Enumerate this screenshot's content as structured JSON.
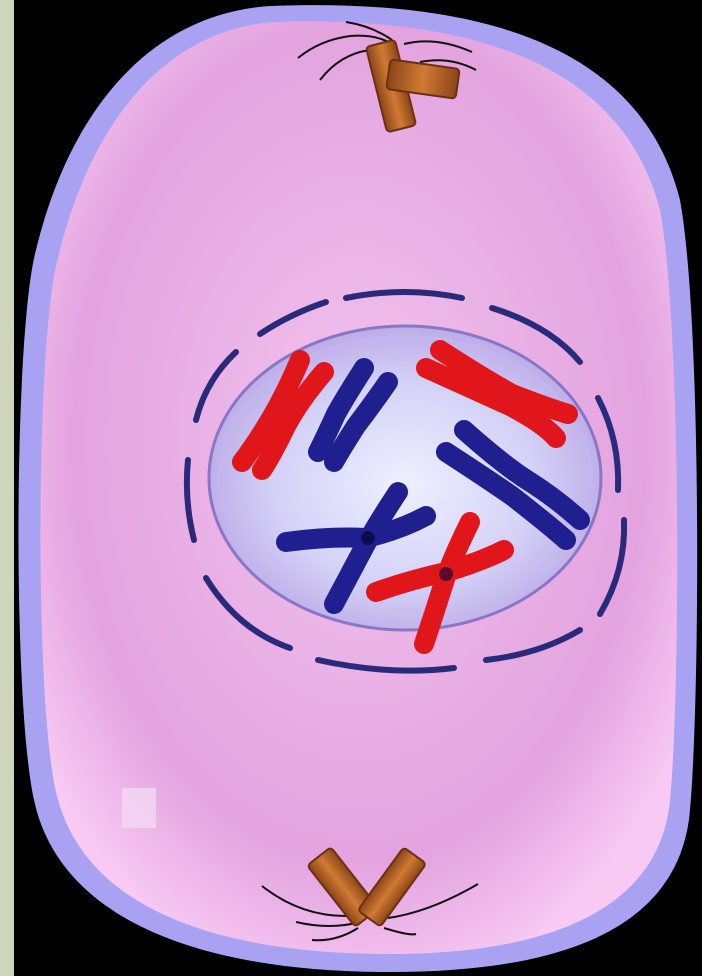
{
  "figure": {
    "subject": "prophase",
    "background_color": "#000000",
    "left_strip_color": "#cfd6bb"
  },
  "cell": {
    "membrane_color": "#a9a2f2",
    "cytoplasm_color": "#e6a6e2",
    "cytoplasm_highlight": "#f6c8f2"
  },
  "nucleus": {
    "envelope_color": "#2a2a7a",
    "nucleoplasm_center": "#e8ecff",
    "nucleoplasm_edge": "#b7a6e6"
  },
  "chromosomes": [
    {
      "id": "red-1",
      "color": "#e0161b"
    },
    {
      "id": "blue-1",
      "color": "#1f1f8f"
    },
    {
      "id": "red-2",
      "color": "#e0161b"
    },
    {
      "id": "blue-2",
      "color": "#1f1f8f"
    },
    {
      "id": "blue-3",
      "color": "#1f1f8f"
    },
    {
      "id": "red-3",
      "color": "#e0161b"
    }
  ],
  "centrosomes": [
    {
      "id": "top",
      "color": "#c46a28",
      "fiber_color": "#111111"
    },
    {
      "id": "bottom",
      "color": "#c46a28",
      "fiber_color": "#111111"
    }
  ]
}
